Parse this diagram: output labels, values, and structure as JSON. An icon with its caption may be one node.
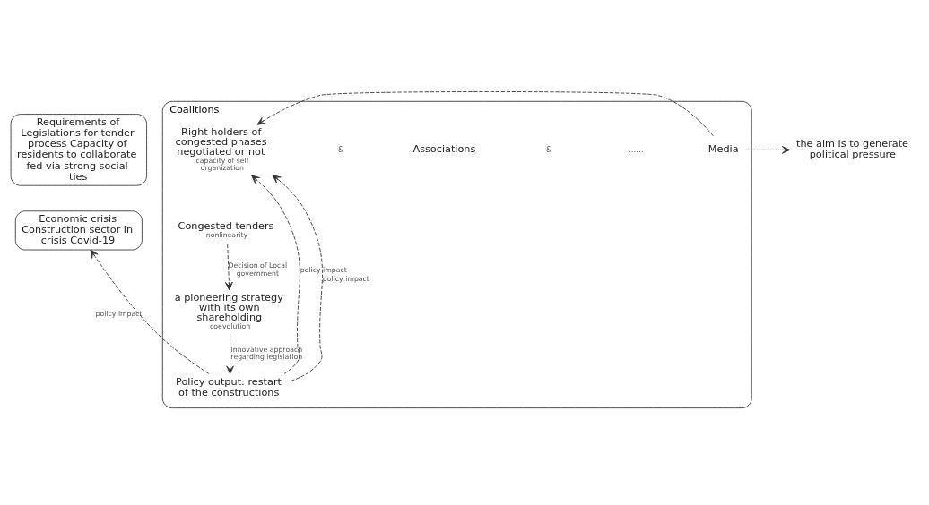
{
  "diagram": {
    "nodes": [
      {
        "text": [
          "Requirements of Legislations for tender process Capacity of residents to collaborate fed via strong social ties"
        ]
      },
      {
        "text": [
          "Economic crisis Construction sector in crisis Covid-19"
        ]
      },
      {
        "text": [
          "Coalitions"
        ]
      },
      {
        "text": [
          "Right holders of congested phases negotiated or not"
        ],
        "in": 2,
        "beside": [
          "capacity of self organization"
        ]
      },
      {
        "text": [
          "Associations"
        ],
        "in": 2
      },
      {
        "text": [
          "Media"
        ],
        "in": 2
      },
      {
        "text": [
          "Congested tenders"
        ],
        "in": 2,
        "beside": [
          "nonlinearity"
        ]
      },
      {
        "text": [
          "a pioneering strategy with its own shareholding"
        ],
        "in": 2,
        "beside": [
          "coevolution"
        ]
      },
      {
        "text": [
          "Policy output: restart of the constructions"
        ],
        "in": 2
      },
      {
        "text": [
          "the aim is to generate political pressure"
        ]
      }
    ],
    "edges": [
      {
        "from": 5,
        "to": 3,
        "arrow": "to",
        "style": "dashed"
      },
      {
        "from": 5,
        "to": 9,
        "arrow": "to",
        "style": "dashed"
      },
      {
        "from": 6,
        "to": 7,
        "arrow": "to",
        "style": "dashed",
        "label": "Decision of Local government"
      },
      {
        "from": 7,
        "to": 8,
        "arrow": "to",
        "style": "dashed",
        "label": "Innovative approach regarding legislation"
      },
      {
        "from": 8,
        "to": 2,
        "arrow": "to",
        "style": "dashed",
        "label": "policy impact"
      },
      {
        "from": 8,
        "to": 2,
        "arrow": "to",
        "style": "dashed",
        "label": "policy impact"
      },
      {
        "from": 8,
        "to": 1,
        "arrow": "to",
        "style": "dashed",
        "label": "policy impact"
      }
    ],
    "labels": [
      "&",
      "&",
      "......"
    ]
  }
}
